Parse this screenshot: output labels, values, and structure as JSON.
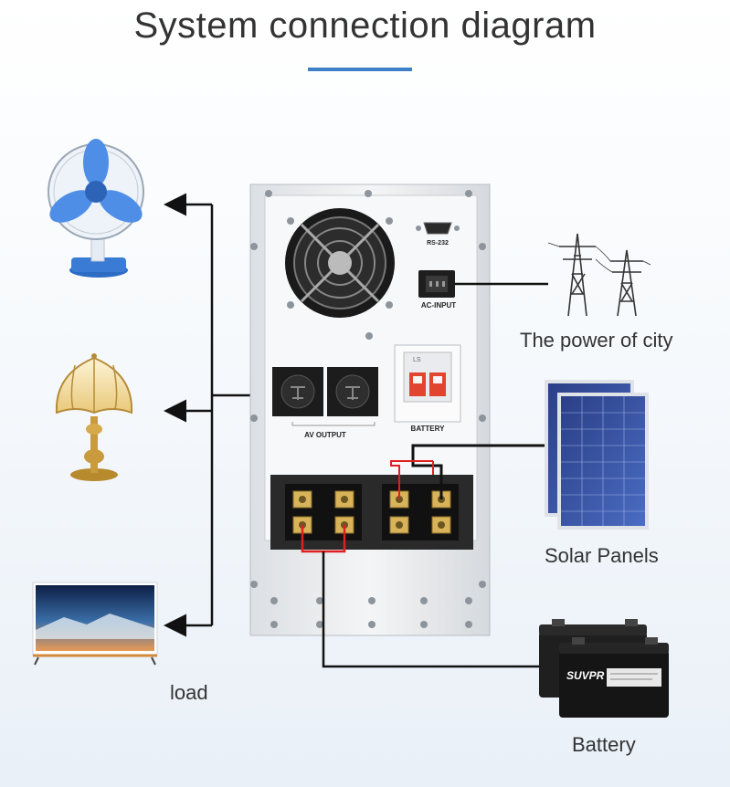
{
  "title": "System connection diagram",
  "colors": {
    "accent": "#3f7fc9",
    "wire_black": "#111111",
    "wire_red": "#e02020",
    "text": "#333333"
  },
  "labels": {
    "power_of_city": "The power of city",
    "solar_panels": "Solar Panels",
    "battery": "Battery",
    "load": "load"
  },
  "inverter": {
    "rs232": "RS-232",
    "ac_input": "AC-INPUT",
    "av_output": "AV OUTPUT",
    "battery_breaker": "BATTERY",
    "breaker_brand": "LS"
  },
  "battery_brand": "SUVPR",
  "icons": [
    "fan-icon",
    "lamp-icon",
    "tv-icon",
    "pylon-icon",
    "solar-panel-icon",
    "battery-icon"
  ]
}
